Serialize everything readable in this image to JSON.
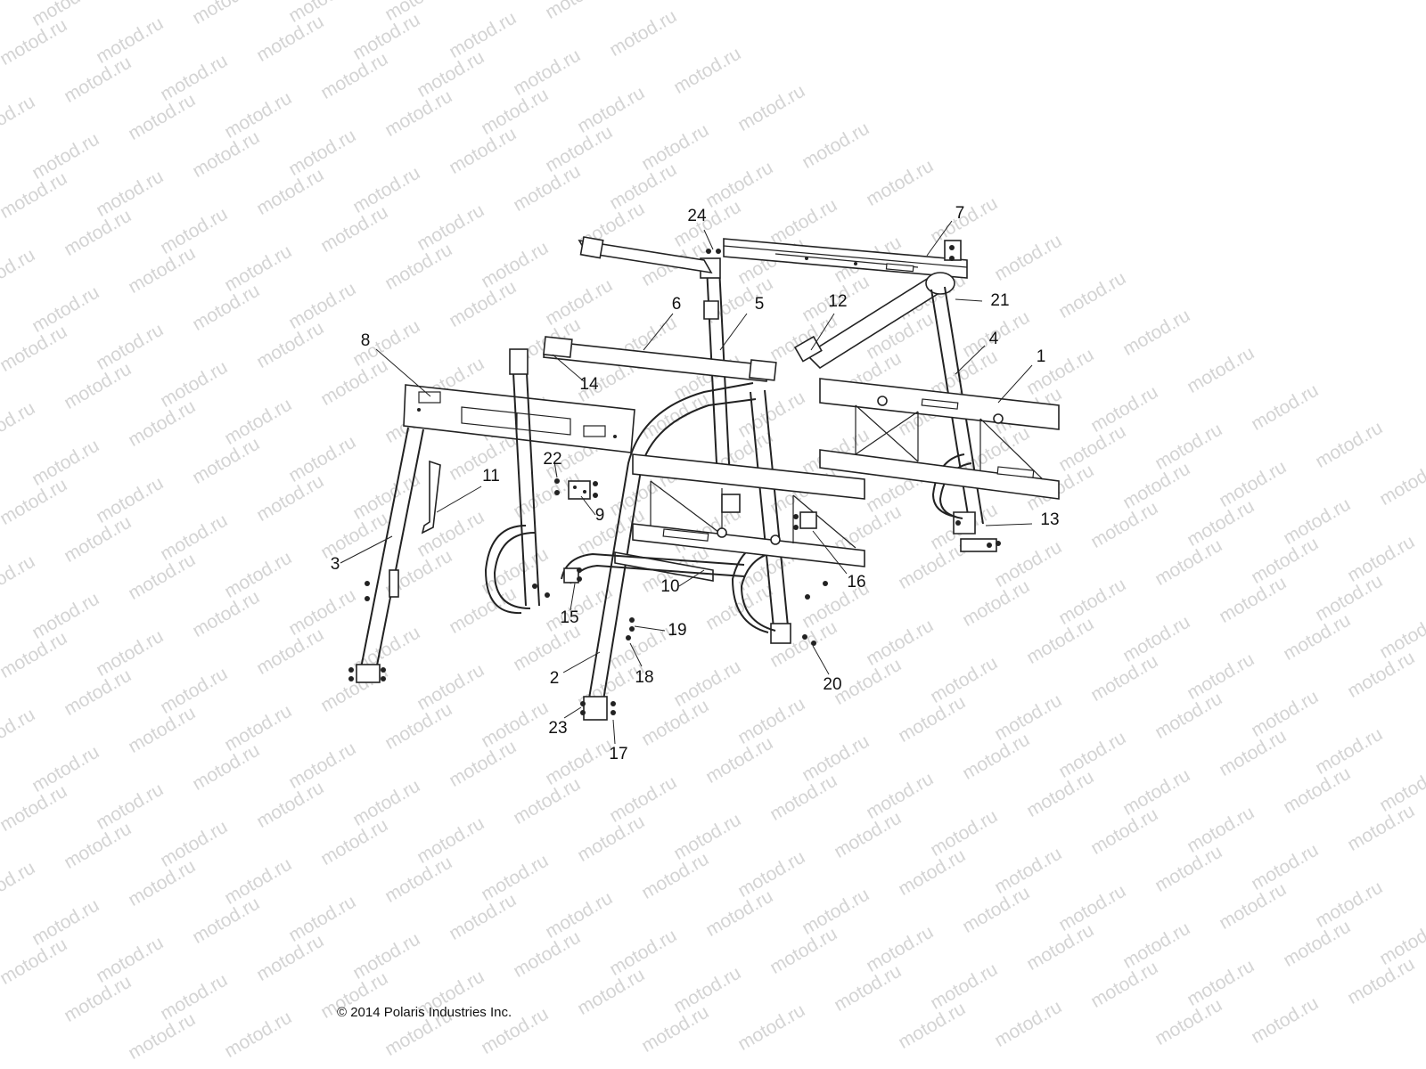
{
  "watermark": {
    "text": "motod.ru"
  },
  "callouts": [
    {
      "id": "1",
      "label": "1"
    },
    {
      "id": "2",
      "label": "2"
    },
    {
      "id": "3",
      "label": "3"
    },
    {
      "id": "4",
      "label": "4"
    },
    {
      "id": "5",
      "label": "5"
    },
    {
      "id": "6",
      "label": "6"
    },
    {
      "id": "7",
      "label": "7"
    },
    {
      "id": "8",
      "label": "8"
    },
    {
      "id": "9",
      "label": "9"
    },
    {
      "id": "10",
      "label": "10"
    },
    {
      "id": "11",
      "label": "11"
    },
    {
      "id": "12",
      "label": "12"
    },
    {
      "id": "13",
      "label": "13"
    },
    {
      "id": "14",
      "label": "14"
    },
    {
      "id": "15",
      "label": "15"
    },
    {
      "id": "16",
      "label": "16"
    },
    {
      "id": "17",
      "label": "17"
    },
    {
      "id": "18",
      "label": "18"
    },
    {
      "id": "19",
      "label": "19"
    },
    {
      "id": "20",
      "label": "20"
    },
    {
      "id": "21",
      "label": "21"
    },
    {
      "id": "22",
      "label": "22"
    },
    {
      "id": "23",
      "label": "23"
    },
    {
      "id": "24",
      "label": "24"
    }
  ],
  "copyright": "© 2014 Polaris Industries Inc."
}
